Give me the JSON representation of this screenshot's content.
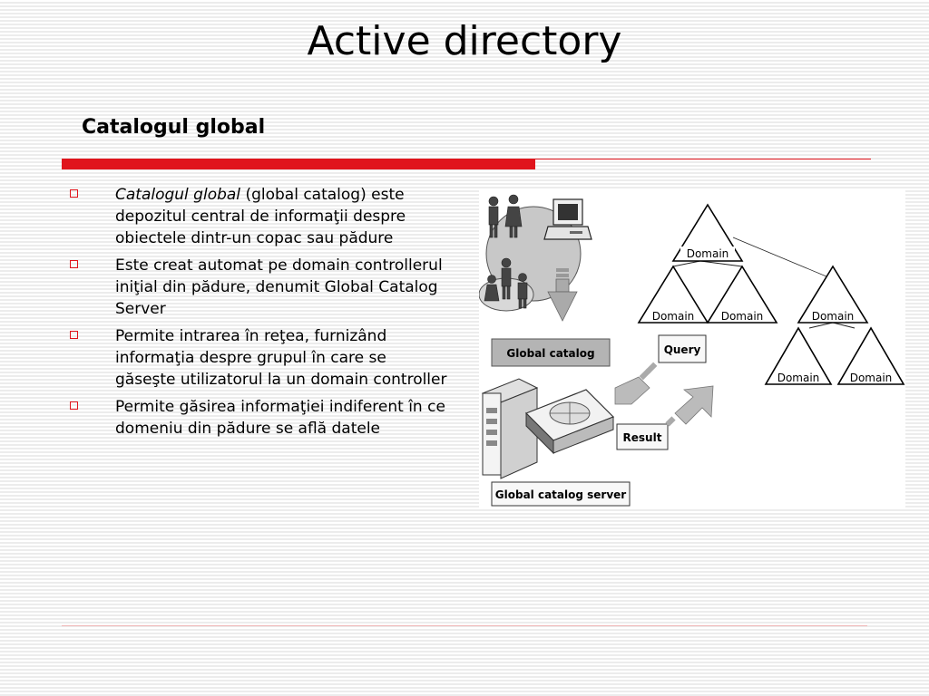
{
  "title": "Active directory",
  "subtitle": "Catalogul global",
  "bullets": [
    {
      "em": "Catalogul global",
      "text": " (global catalog) este depozitul central de informaţii despre obiectele dintr-un copac sau pădure"
    },
    {
      "text": "Este creat automat pe domain controllerul iniţial din pădure, denumit Global Catalog Server"
    },
    {
      "text": "Permite intrarea în reţea, furnizând informaţia despre grupul în care se găseşte utilizatorul la un domain controller"
    },
    {
      "text": "Permite găsirea informaţiei indiferent în ce domeniu din pădure se află datele"
    }
  ],
  "diagram": {
    "global_catalog_label": "Global catalog",
    "query_label": "Query",
    "result_label": "Result",
    "server_label": "Global catalog server",
    "domains": [
      "Domain",
      "Domain",
      "Domain",
      "Domain",
      "Domain",
      "Domain"
    ]
  },
  "colors": {
    "accent": "#e0141c"
  }
}
